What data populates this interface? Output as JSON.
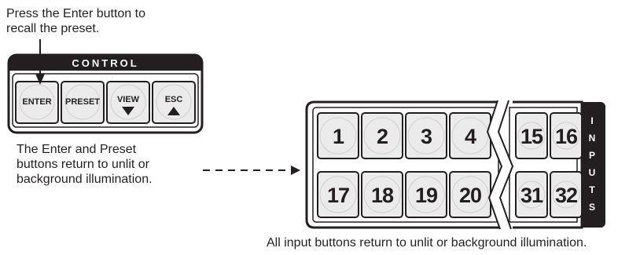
{
  "captions": {
    "enter_instruction": [
      "Press the Enter button to",
      "recall the preset."
    ],
    "control_result": [
      "The Enter and Preset",
      "buttons return to unlit or",
      "background illumination."
    ],
    "inputs_result": "All input buttons return to unlit or background illumination."
  },
  "control_panel": {
    "title": "CONTROL",
    "buttons": [
      {
        "label": "ENTER",
        "arrow": ""
      },
      {
        "label": "PRESET",
        "arrow": ""
      },
      {
        "label": "VIEW",
        "arrow": "down-triangle"
      },
      {
        "label": "ESC",
        "arrow": "up-triangle"
      }
    ]
  },
  "inputs_panel": {
    "side_label": [
      "I",
      "N",
      "P",
      "U",
      "T",
      "S"
    ],
    "row1": [
      "1",
      "2",
      "3",
      "4",
      "15",
      "16"
    ],
    "row2": [
      "17",
      "18",
      "19",
      "20",
      "31",
      "32"
    ]
  },
  "colors": {
    "ink": "#231f20",
    "button_face": "#ecebeb",
    "panel_fill": "#ffffff",
    "label_strip": "#231f20"
  }
}
